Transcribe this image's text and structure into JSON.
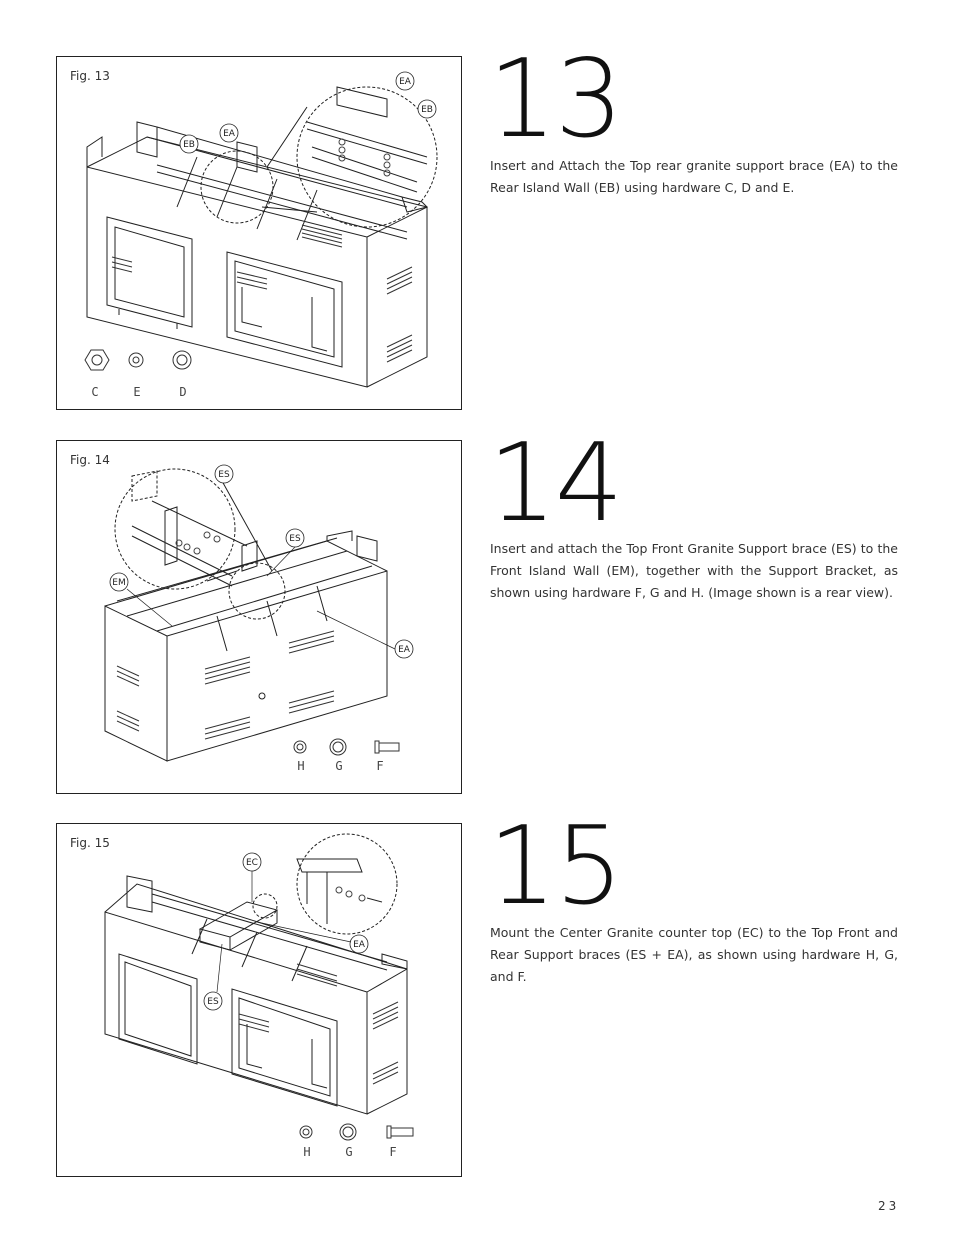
{
  "steps": [
    {
      "number": "13",
      "fig_label": "Fig. 13",
      "text": "Insert and Attach the Top rear granite support brace (EA) to the Rear Island Wall (EB) using hardware C, D and E.",
      "callouts": [
        "EB",
        "EA",
        "EA",
        "EB"
      ],
      "hardware": [
        "C",
        "E",
        "D"
      ]
    },
    {
      "number": "14",
      "fig_label": "Fig. 14",
      "text": "Insert and attach the Top Front Granite Support brace (ES) to the Front Island Wall (EM), together with the Support Bracket, as shown using hardware F, G and H. (Image shown is a rear view).",
      "callouts": [
        "ES",
        "ES",
        "EM",
        "EA"
      ],
      "hardware": [
        "H",
        "G",
        "F"
      ]
    },
    {
      "number": "15",
      "fig_label": "Fig. 15",
      "text": "Mount the Center Granite counter top (EC) to the Top Front and Rear Support braces (ES + EA), as shown using hardware H, G, and F.",
      "callouts": [
        "EC",
        "EA",
        "ES"
      ],
      "hardware": [
        "H",
        "G",
        "F"
      ]
    }
  ],
  "page_number": "23"
}
